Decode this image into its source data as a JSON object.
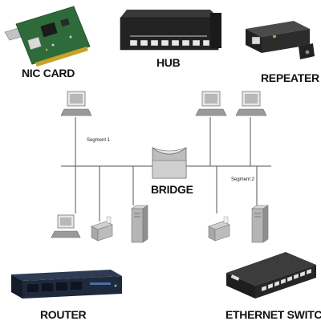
{
  "labels": {
    "nic": "NIC CARD",
    "hub": "HUB",
    "repeater": "REPEATER",
    "bridge": "BRIDGE",
    "segment1": "Segment 1",
    "segment2": "Segment 2",
    "router": "ROUTER",
    "switch": "ETHERNET SWITCH"
  },
  "colors": {
    "pcb_green": "#2f6b3a",
    "device_dark": "#232323",
    "router_navy": "#1e2a3c",
    "cable": "#555555",
    "repeater_green": "#7fbf2a"
  },
  "icons": [
    "nic-card-image",
    "hub-image",
    "repeater-image",
    "computer-icon",
    "printer-icon",
    "server-tower-icon",
    "bridge-icon",
    "router-image",
    "ethernet-switch-image"
  ]
}
